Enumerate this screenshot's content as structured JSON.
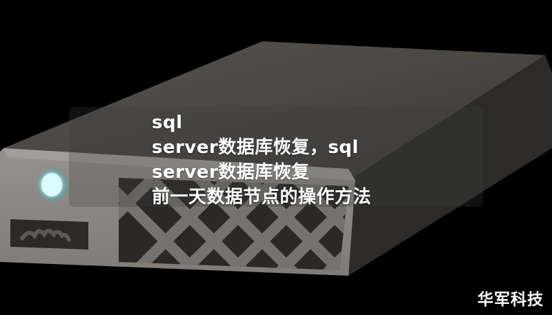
{
  "cover": {
    "title_lines": [
      "sql",
      "server数据库恢复，sql",
      "server数据库恢复",
      "前一天数据节点的操作方法"
    ],
    "watermark": "华军科技",
    "illustration": "server-icon"
  },
  "colors": {
    "background": "#000000",
    "server_top": "#4a4846",
    "server_side": "#2c2b29",
    "server_front": "#8a8784",
    "led_glow": "#bff6f8",
    "text": "#ffffff"
  }
}
